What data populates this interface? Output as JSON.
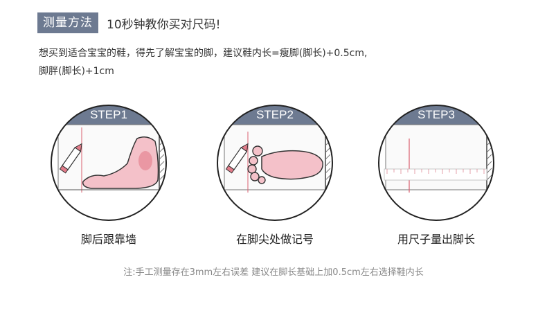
{
  "header": {
    "tag": "测量方法",
    "headline": "10秒钟教你买对尺码!"
  },
  "intro": {
    "line1": "想买到适合宝宝的鞋，得先了解宝宝的脚，建议鞋内长=瘦脚(脚长)+0.5cm,",
    "line2": "脚胖(脚长)+1cm"
  },
  "steps": [
    {
      "title": "STEP1",
      "caption": "脚后跟靠墙",
      "icon": "foot-side-icon"
    },
    {
      "title": "STEP2",
      "caption": "在脚尖处做记号",
      "icon": "foot-top-icon"
    },
    {
      "title": "STEP3",
      "caption": "用尺子量出脚长",
      "icon": "ruler-icon"
    }
  ],
  "note": "注:手工测量存在3mm左右误差 建议在脚长基础上加0.5cm左右选择鞋内长",
  "colors": {
    "tag_bg": "#6d7a91",
    "circle_border": "#222222",
    "foot": "#f4c1c9",
    "mark_line": "#d95d6e"
  }
}
